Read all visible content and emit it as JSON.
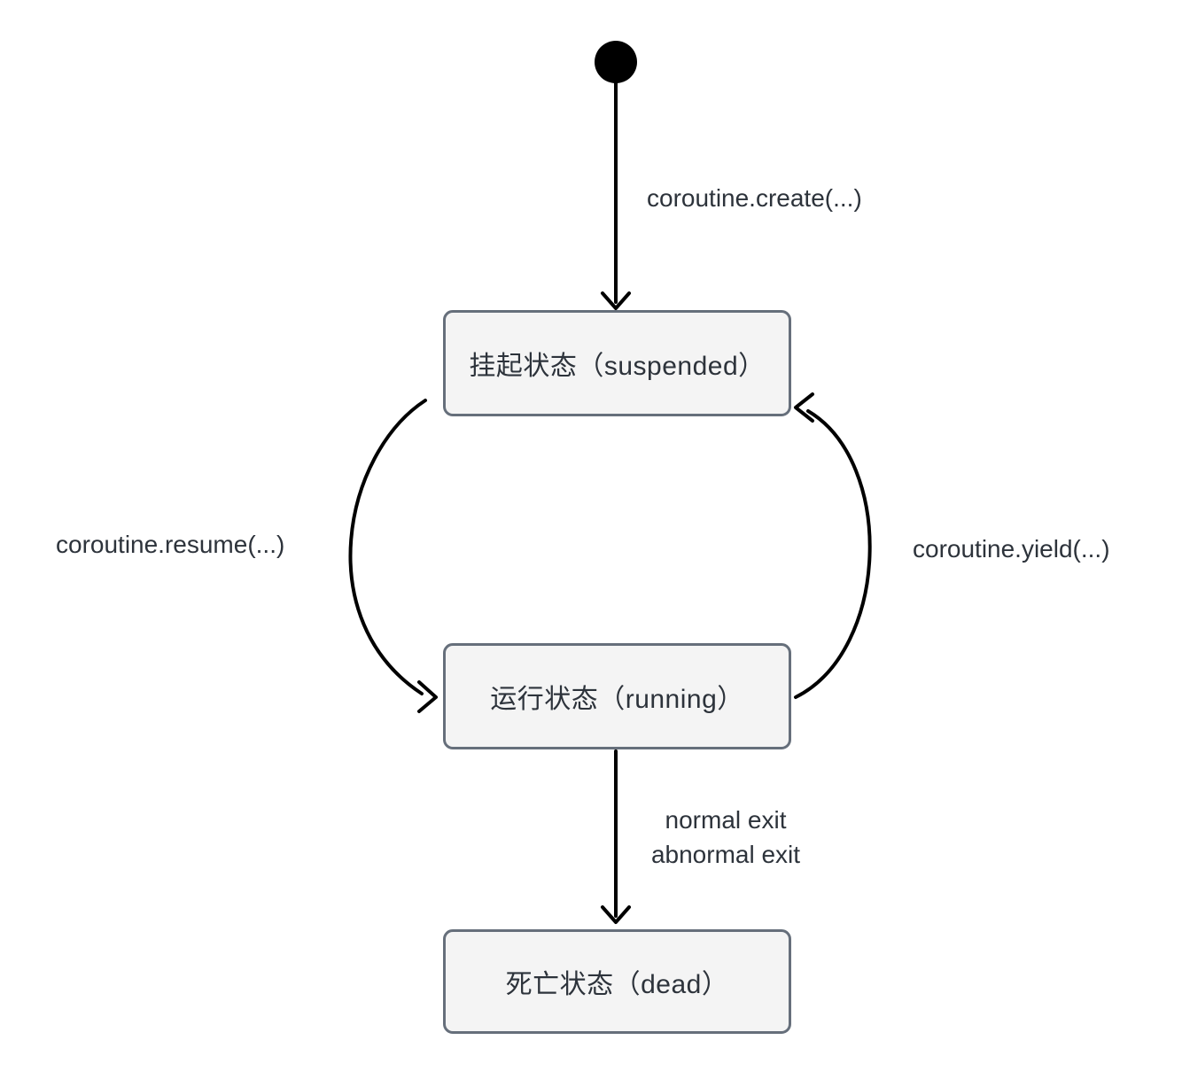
{
  "diagram": {
    "kind": "state-diagram",
    "subject": "coroutine lifecycle",
    "nodes": {
      "initial": {
        "icon": "filled-circle",
        "role": "initial-state"
      },
      "suspended": {
        "label": "挂起状态（suspended）"
      },
      "running": {
        "label": "运行状态（running）"
      },
      "dead": {
        "label": "死亡状态（dead）"
      }
    },
    "edges": [
      {
        "from": "initial",
        "to": "suspended",
        "label": "coroutine.create(...)"
      },
      {
        "from": "suspended",
        "to": "running",
        "label": "coroutine.resume(...)"
      },
      {
        "from": "running",
        "to": "suspended",
        "label": "coroutine.yield(...)"
      },
      {
        "from": "running",
        "to": "dead",
        "label_lines": [
          "normal exit",
          "abnormal exit"
        ]
      }
    ],
    "colors": {
      "node_border": "#666f7b",
      "node_fill": "#f4f4f4",
      "arrow": "#000000",
      "text": "#2d333b",
      "background": "#ffffff"
    }
  }
}
